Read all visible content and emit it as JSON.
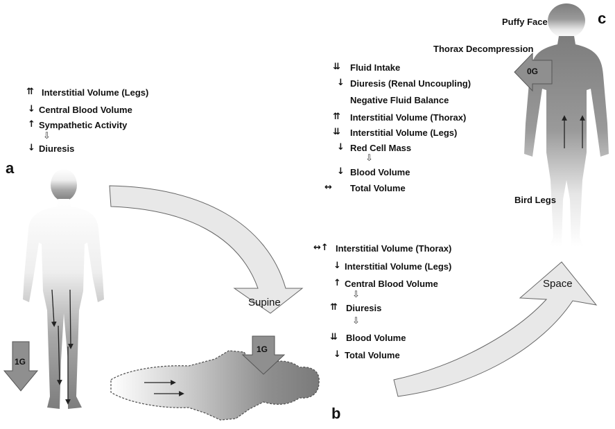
{
  "panels": {
    "a": "a",
    "b": "b",
    "c": "c"
  },
  "arrows": {
    "down": "↓",
    "double_down": "⇊",
    "up": "↑",
    "double_up": "⇈",
    "both": "↔",
    "both_up": "↔↑",
    "hollow": "⇩"
  },
  "panel_a": {
    "items": [
      "Interstitial Volume (Legs)",
      "Central Blood Volume",
      "Sympathetic Activity",
      "Diuresis"
    ],
    "gravity": "1G"
  },
  "curve_labels": {
    "supine": "Supine",
    "space": "Space"
  },
  "panel_b": {
    "items": [
      "Interstitial Volume (Thorax)",
      "Interstitial Volume (Legs)",
      "Central Blood Volume",
      "Diuresis",
      "Blood Volume",
      "Total Volume"
    ],
    "gravity": "1G"
  },
  "panel_c": {
    "items": [
      "Fluid Intake",
      "Diuresis (Renal Uncoupling)",
      "Negative Fluid Balance",
      "Interstitial Volume (Thorax)",
      "Interstitial Volume (Legs)",
      "Red Cell Mass",
      "Blood Volume",
      "Total Volume"
    ],
    "puffy_face": "Puffy Face",
    "thorax_decompression": "Thorax Decompression",
    "bird_legs": "Bird Legs",
    "gravity": "0G"
  },
  "colors": {
    "figure_dark": "#8c8c8c",
    "figure_light": "#ffffff",
    "arrow_fill": "#e8e8e8",
    "block_arrow": "#8f8f8f"
  }
}
